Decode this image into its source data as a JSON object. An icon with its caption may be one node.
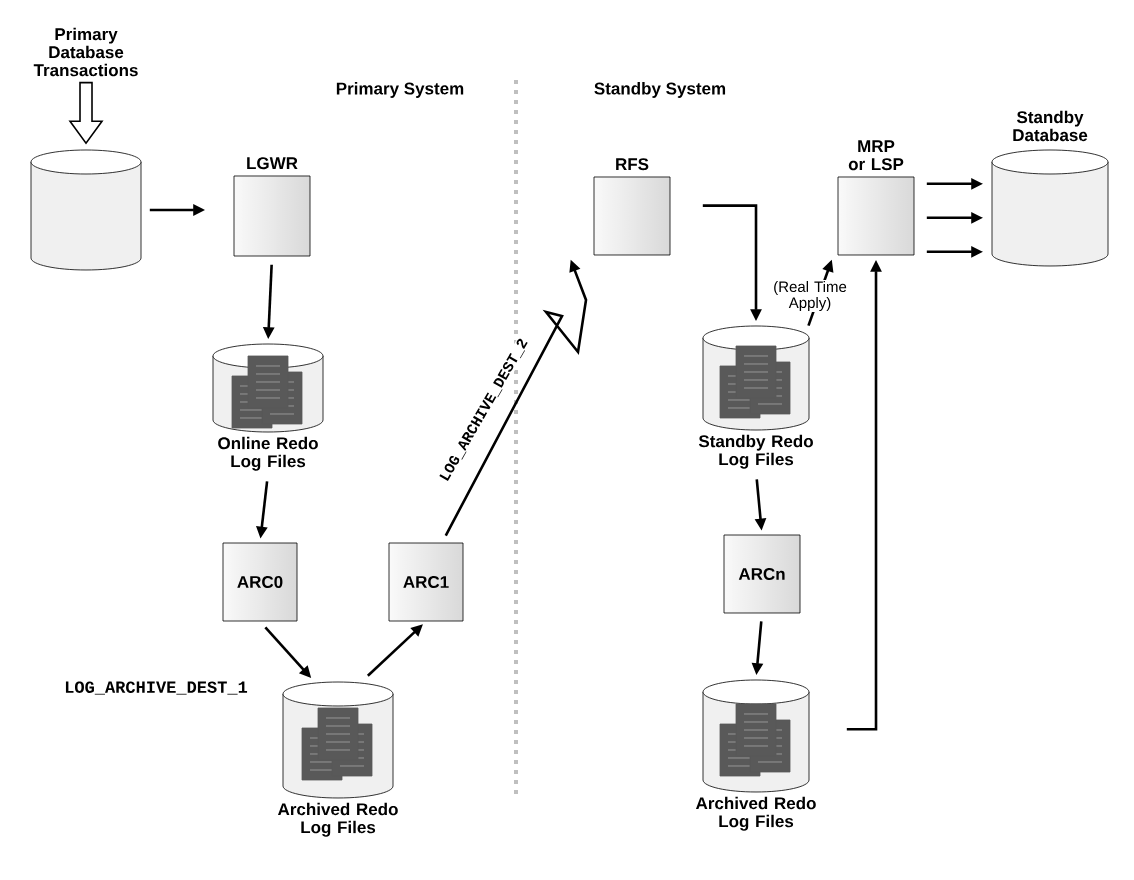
{
  "diagram": {
    "nodes": [
      {
        "text": [
          "Primary Database Transactions"
        ]
      },
      {
        "text": [],
        "shape": "cylinder"
      },
      {
        "text": [
          "LGWR"
        ]
      },
      {
        "text": [
          "Online Redo Log Files"
        ]
      },
      {
        "text": [
          "ARC0"
        ]
      },
      {
        "text": [
          "ARC1"
        ]
      },
      {
        "text": [
          "Archived Redo Log Files"
        ]
      },
      {
        "text": [
          "RFS"
        ]
      },
      {
        "text": [
          "Standby Redo Log Files"
        ]
      },
      {
        "text": [
          "ARCn"
        ]
      },
      {
        "text": [
          "Archived Redo Log Files"
        ]
      },
      {
        "text": [
          "MRP or LSP"
        ]
      },
      {
        "text": [
          "Standby Database"
        ]
      }
    ],
    "edges": [
      {
        "from": 0,
        "to": 1,
        "arrow": "to"
      },
      {
        "from": 1,
        "to": 2,
        "arrow": "to"
      },
      {
        "from": 2,
        "to": 3,
        "arrow": "to"
      },
      {
        "from": 3,
        "to": 4,
        "arrow": "to"
      },
      {
        "from": 4,
        "to": 6,
        "arrow": "to"
      },
      {
        "from": 6,
        "to": 5,
        "arrow": "to"
      },
      {
        "from": 5,
        "to": 7,
        "arrow": "to",
        "label": "LOG_ARCHIVE_DEST_2"
      },
      {
        "from": 7,
        "to": 8,
        "arrow": "to"
      },
      {
        "from": 8,
        "to": 11,
        "arrow": "to",
        "label": "(Real Time Apply)"
      },
      {
        "from": 8,
        "to": 9,
        "arrow": "to"
      },
      {
        "from": 9,
        "to": 10,
        "arrow": "to"
      },
      {
        "from": 10,
        "to": 11,
        "arrow": "to"
      },
      {
        "from": 11,
        "to": 12,
        "arrow": "to"
      },
      {
        "from": 11,
        "to": 12,
        "arrow": "to"
      },
      {
        "from": 11,
        "to": 12,
        "arrow": "to"
      }
    ],
    "labels": [
      "Primary System",
      "Standby System",
      "LOG_ARCHIVE_DEST_1"
    ]
  }
}
